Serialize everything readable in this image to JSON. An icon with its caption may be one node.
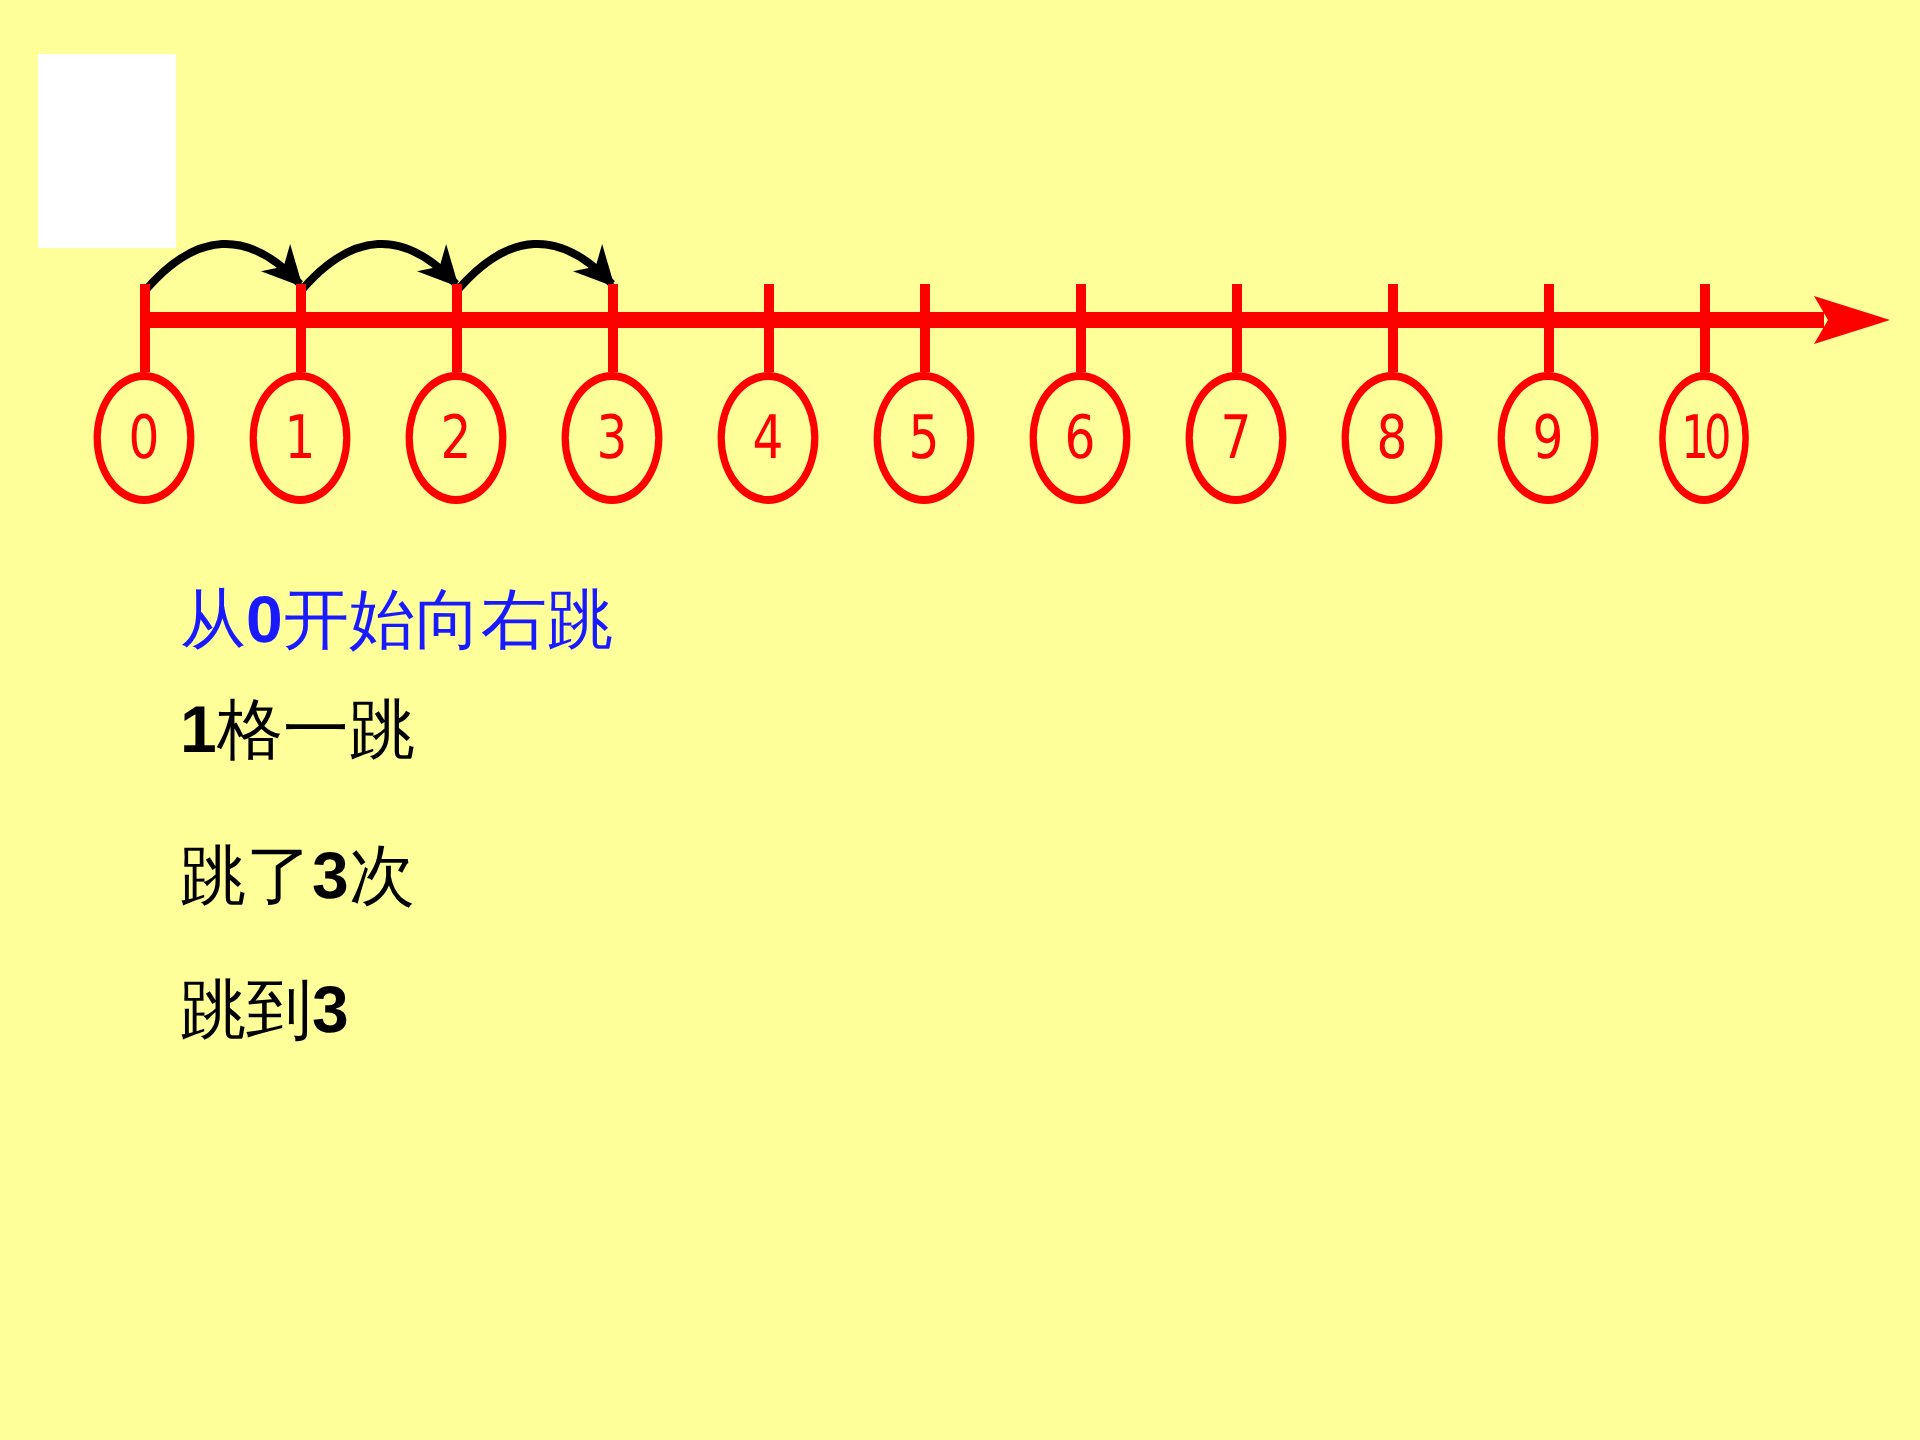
{
  "diagram": {
    "nodes": [
      {
        "text": [
          "0"
        ]
      },
      {
        "text": [
          "1"
        ]
      },
      {
        "text": [
          "2"
        ]
      },
      {
        "text": [
          "3"
        ]
      },
      {
        "text": [
          "4"
        ]
      },
      {
        "text": [
          "5"
        ]
      },
      {
        "text": [
          "6"
        ]
      },
      {
        "text": [
          "7"
        ]
      },
      {
        "text": [
          "8"
        ]
      },
      {
        "text": [
          "9"
        ]
      },
      {
        "text": [
          "10"
        ]
      }
    ],
    "edges": [
      {
        "from": 0,
        "to": 1,
        "arrow": "to"
      },
      {
        "from": 1,
        "to": 2,
        "arrow": "to"
      },
      {
        "from": 2,
        "to": 3,
        "arrow": "to"
      }
    ],
    "labels": [
      "从**0**开始向右跳",
      "**1**格一跳",
      "跳了**3**次",
      "跳到**3**"
    ]
  }
}
